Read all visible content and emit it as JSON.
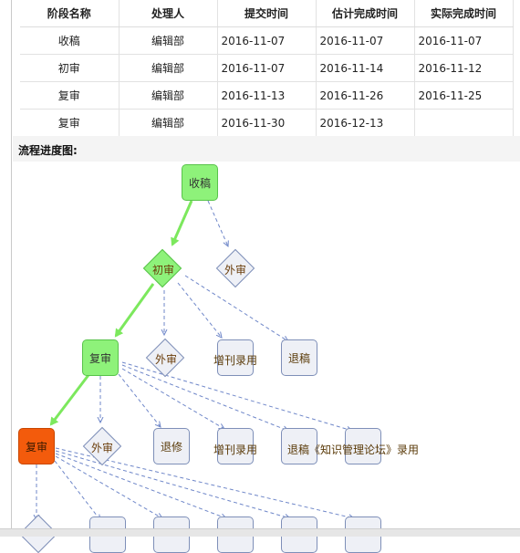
{
  "table": {
    "headers": [
      "阶段名称",
      "处理人",
      "提交时间",
      "估计完成时间",
      "实际完成时间"
    ],
    "rows": [
      [
        "收稿",
        "编辑部",
        "2016-11-07",
        "2016-11-07",
        "2016-11-07"
      ],
      [
        "初审",
        "编辑部",
        "2016-11-07",
        "2016-11-14",
        "2016-11-12"
      ],
      [
        "复审",
        "编辑部",
        "2016-11-13",
        "2016-11-26",
        "2016-11-25"
      ],
      [
        "复审",
        "编辑部",
        "2016-11-30",
        "2016-12-13",
        ""
      ]
    ]
  },
  "flow": {
    "section_title": "流程进度图:",
    "nodes": {
      "shougao": "收稿",
      "chushen": "初审",
      "waishen1": "外审",
      "fushen1": "复审",
      "waishen2": "外审",
      "zengkan1": "增刊录用",
      "tuigao1": "退稿",
      "fushen2": "复审",
      "waishen3": "外审",
      "tuixiu": "退修",
      "zengkan2": "增刊录用",
      "tuigao2": "退稿《知识管理论坛》录用"
    },
    "colors": {
      "done": "#8ef27a",
      "done_border": "#58c34a",
      "current": "#f35b0c",
      "pending": "#eef0f6",
      "pending_border": "#7e8fb8",
      "path": "#7ce85d",
      "branch": "#6f87c9"
    }
  }
}
